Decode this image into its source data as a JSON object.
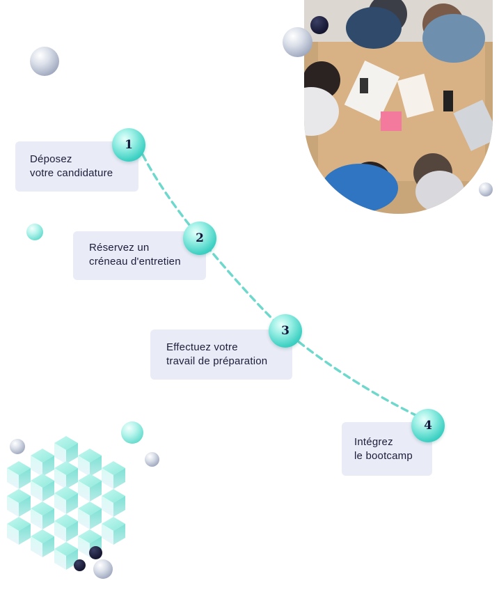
{
  "steps": [
    {
      "number": "1",
      "line1": "Déposez",
      "line2": "votre candidature"
    },
    {
      "number": "2",
      "line1": "Réservez un",
      "line2": "créneau d'entretien"
    },
    {
      "number": "3",
      "line1": "Effectuez votre",
      "line2": "travail de préparation"
    },
    {
      "number": "4",
      "line1": "Intégrez",
      "line2": "le bootcamp"
    }
  ],
  "colors": {
    "card": "#e9ebf6",
    "accent": "#3fd1c3",
    "dash": "#6ed8cc",
    "text": "#1c1d3a"
  },
  "icons": {
    "photo": "team-meeting-photo",
    "cube": "cube-cluster-illustration"
  }
}
